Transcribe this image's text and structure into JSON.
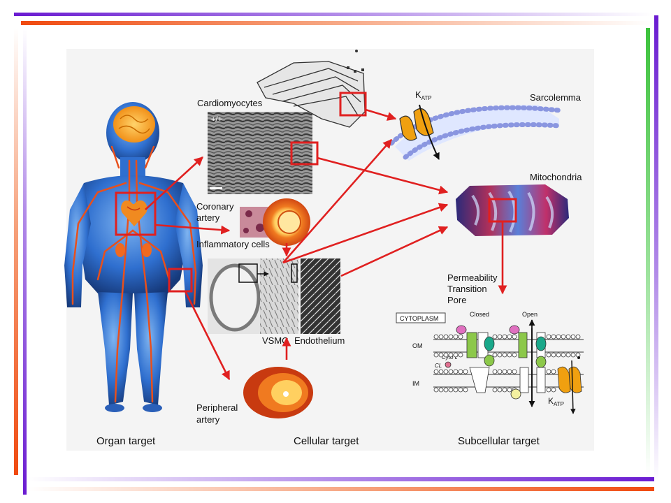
{
  "colors": {
    "purple": "#6a1bd1",
    "orange": "#f04a10",
    "green": "#3cc23c",
    "arrow": "#e02020",
    "body_blue": "#3a7fd8",
    "vessel": "#e8501c"
  },
  "labels": {
    "cardiomyocytes": "Cardiomyocytes",
    "plus_plus": "+/+",
    "katp_main": "K",
    "katp_sub": "ATP",
    "sarcolemma": "Sarcolemma",
    "mitochondria": "Mitochondria",
    "coronary_1": "Coronary",
    "coronary_2": "artery",
    "inflammatory": "Inflammatory cells",
    "ptp_1": "Permeability",
    "ptp_2": "Transition",
    "ptp_3": "Pore",
    "cytoplasm": "CYTOPLASM",
    "closed": "Closed",
    "open": "Open",
    "om": "OM",
    "im": "IM",
    "cyto_c": "Cyto c",
    "cl": "CL",
    "katp2_main": "K",
    "katp2_sub": "ATP",
    "vsmc": "VSMC",
    "endothelium": "Endothelium",
    "peripheral_1": "Peripheral",
    "peripheral_2": "artery",
    "organ_target": "Organ target",
    "cellular_target": "Cellular target",
    "subcellular_target": "Subcellular target"
  },
  "icons": {
    "human": "human-body-icon",
    "heart": "heart-icon",
    "brain": "brain-icon"
  }
}
